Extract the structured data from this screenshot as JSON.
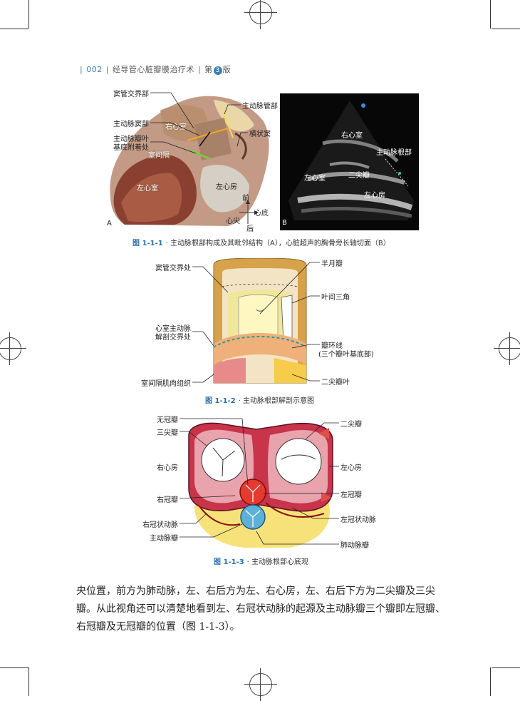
{
  "header": {
    "page_number": "002",
    "book_title": "经导管心脏瓣膜治疗术",
    "edition_pre": "第",
    "edition_num": "3",
    "edition_post": "版"
  },
  "figure1": {
    "labels_left": [
      "窦管交界部",
      "主动脉窦部",
      "主动脉瓣叶",
      "基底附着处"
    ],
    "labels_right": [
      "主动脉管部",
      "横状窦"
    ],
    "photo_labels": [
      "右心室",
      "室间隔",
      "左心室",
      "左心房",
      "A"
    ],
    "orientation": [
      "前",
      "心底",
      "心尖",
      "后"
    ],
    "echo_labels": [
      "右心室",
      "主动脉根部",
      "左心室",
      "二尖瓣",
      "左心房",
      "B"
    ],
    "caption_no": "图 1-1-1",
    "caption_text": "· 主动脉根部构成及其毗邻结构（A），心脏超声的胸骨旁长轴切面（B）"
  },
  "figure2": {
    "labels_left": [
      "窦管交界处",
      "心室主动脉",
      "解剖交界处",
      "室间隔肌肉组织"
    ],
    "labels_right": [
      "半月瓣",
      "叶间三角",
      "瓣环线",
      "(三个瓣叶基底部)",
      "二尖瓣叶"
    ],
    "caption_no": "图 1-1-2",
    "caption_text": "· 主动脉根部解剖示意图"
  },
  "figure3": {
    "labels_left": [
      "无冠瓣",
      "三尖瓣",
      "右心房",
      "右冠瓣",
      "右冠状动脉",
      "主动脉瓣"
    ],
    "labels_right": [
      "二尖瓣",
      "左心房",
      "左冠瓣",
      "左冠状动脉",
      "肺动脉瓣"
    ],
    "caption_no": "图 1-1-3",
    "caption_text": "· 主动脉根部心底观"
  },
  "body_text": "央位置，前方为肺动脉，左、右后方为左、右心房，左、右后下方为二尖瓣及三尖瓣。从此视角还可以清楚地看到左、右冠状动脉的起源及主动脉瓣三个瓣即左冠瓣、右冠瓣及无冠瓣的位置（图 1-1-3）。",
  "colors": {
    "accent": "#2a6fb0",
    "myocardium": "#c8344a",
    "valve": "#ffffff",
    "fat": "#f7e27a"
  }
}
